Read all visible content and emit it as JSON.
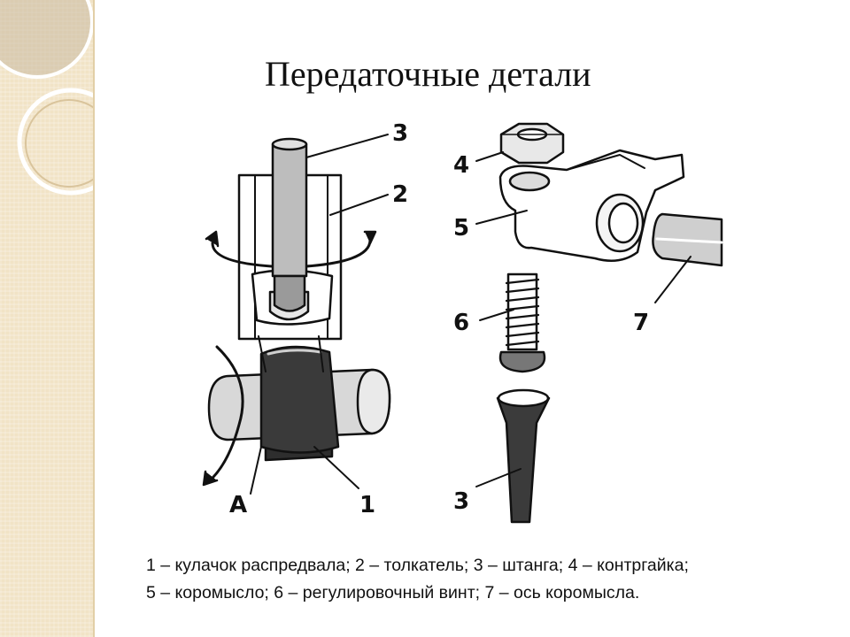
{
  "slide": {
    "title": "Передаточные детали",
    "labels": {
      "cam": "1",
      "tappet": "2",
      "pushrod_top": "3",
      "locknut": "4",
      "rocker": "5",
      "screw": "6",
      "axle": "7",
      "pushrod_bottom": "3",
      "rotation": "А"
    },
    "caption": {
      "line1": "1 – кулачок распредвала; 2 – толкатель; 3 – штанга; 4 – контргайка;",
      "line2": "5 – коромысло; 6 – регулировочный винт; 7 – ось коромысла."
    }
  },
  "theme": {
    "band_color": "#f1e3c6",
    "ring_color": "#ffffff"
  }
}
